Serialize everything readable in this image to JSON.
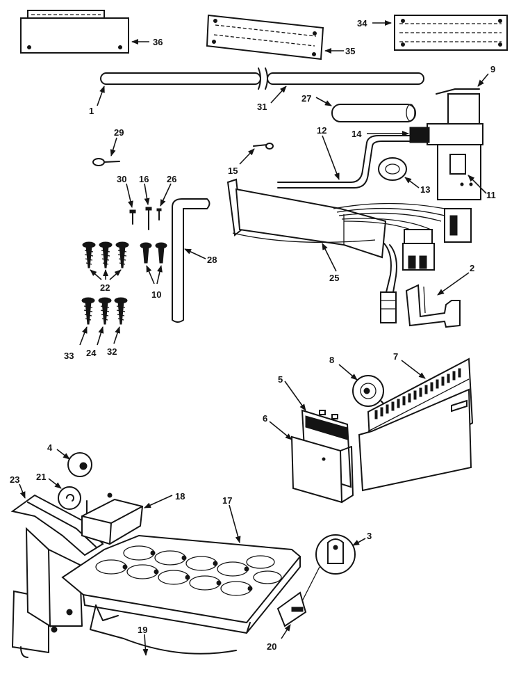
{
  "labels": {
    "p1": "1",
    "p2": "2",
    "p3": "3",
    "p4": "4",
    "p5": "5",
    "p6": "6",
    "p7": "7",
    "p8": "8",
    "p9": "9",
    "p10": "10",
    "p11": "11",
    "p12": "12",
    "p13": "13",
    "p14": "14",
    "p15": "15",
    "p16": "16",
    "p17": "17",
    "p18": "18",
    "p19": "19",
    "p20": "20",
    "p21": "21",
    "p22": "22",
    "p23": "23",
    "p24": "24",
    "p25": "25",
    "p26": "26",
    "p27": "27",
    "p28": "28",
    "p29": "29",
    "p30": "30",
    "p31": "31",
    "p32": "32",
    "p33": "33",
    "p34": "34",
    "p35": "35",
    "p36": "36"
  }
}
